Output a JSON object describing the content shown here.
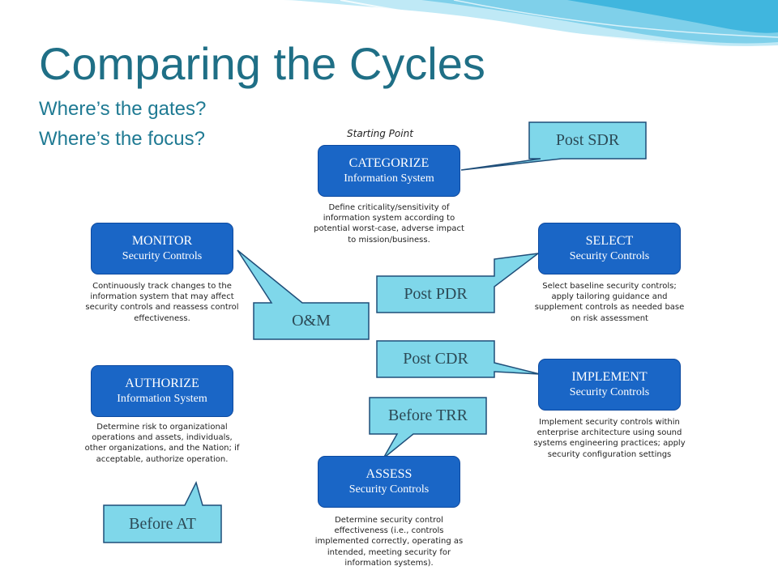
{
  "slide": {
    "title": "Comparing the Cycles",
    "subtitle_1": "Where’s the gates?",
    "subtitle_2": "Where’s the focus?",
    "starting_point": "Starting Point"
  },
  "steps": {
    "categorize": {
      "title": "CATEGORIZE",
      "subtitle": "Information System",
      "description": "Define criticality/sensitivity of information system according to potential worst-case, adverse impact to mission/business."
    },
    "select": {
      "title": "SELECT",
      "subtitle": "Security Controls",
      "description": "Select baseline security controls; apply tailoring guidance and supplement controls as needed base on risk assessment"
    },
    "implement": {
      "title": "IMPLEMENT",
      "subtitle": "Security Controls",
      "description": "Implement security controls within enterprise architecture using sound systems engineering practices; apply security configuration settings"
    },
    "assess": {
      "title": "ASSESS",
      "subtitle": "Security Controls",
      "description": "Determine security control effectiveness (i.e., controls implemented correctly, operating as intended, meeting security for information systems)."
    },
    "authorize": {
      "title": "AUTHORIZE",
      "subtitle": "Information System",
      "description": "Determine risk to organizational operations and assets, individuals, other organizations, and the Nation; if acceptable, authorize operation."
    },
    "monitor": {
      "title": "MONITOR",
      "subtitle": "Security Controls",
      "description": "Continuously track changes to the information system that may affect security controls and reassess control effectiveness."
    }
  },
  "callouts": {
    "post_sdr": "Post SDR",
    "post_pdr": "Post PDR",
    "post_cdr": "Post CDR",
    "before_trr": "Before TRR",
    "om": "O&M",
    "before_at": "Before AT"
  },
  "colors": {
    "title": "#1f6f86",
    "step_fill": "#1a66c6",
    "callout_fill": "#7fd7ea",
    "callout_stroke": "#1f4e79",
    "wave_light": "#c8eef8",
    "wave_mid": "#66c6e4"
  }
}
